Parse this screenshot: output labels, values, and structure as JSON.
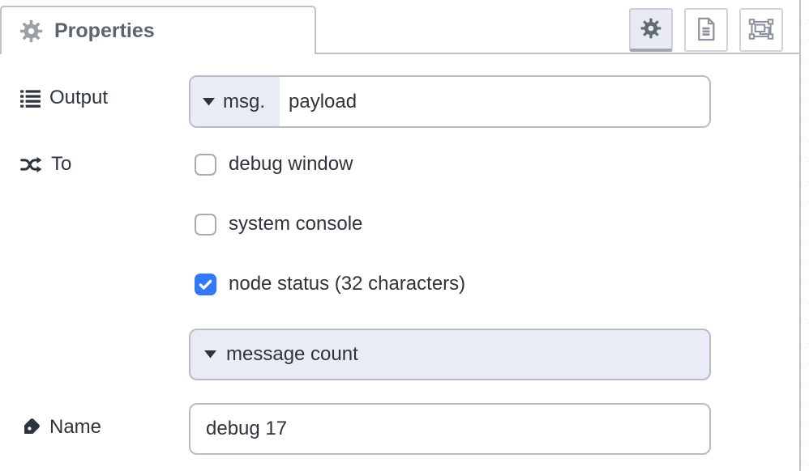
{
  "header": {
    "title": "Properties",
    "buttons": [
      {
        "name": "properties",
        "active": true
      },
      {
        "name": "description",
        "active": false
      },
      {
        "name": "appearance",
        "active": false
      }
    ]
  },
  "form": {
    "output": {
      "label": "Output",
      "prop_type": "msg.",
      "value": "payload"
    },
    "to": {
      "label": "To",
      "checkboxes": [
        {
          "label": "debug window",
          "checked": false
        },
        {
          "label": "system console",
          "checked": false
        },
        {
          "label": "node status (32 characters)",
          "checked": true
        }
      ],
      "status_type": "message count"
    },
    "name": {
      "label": "Name",
      "value": "debug 17"
    }
  },
  "colors": {
    "accent_blue": "#3478f6",
    "lavender": "#e9ebf6",
    "input_border": "#b9bcc8",
    "tab_border": "#bfc2c8",
    "label_text": "#2e343d",
    "tab_title_text": "#5b6570",
    "toolbar_icon": "#8d939c"
  }
}
